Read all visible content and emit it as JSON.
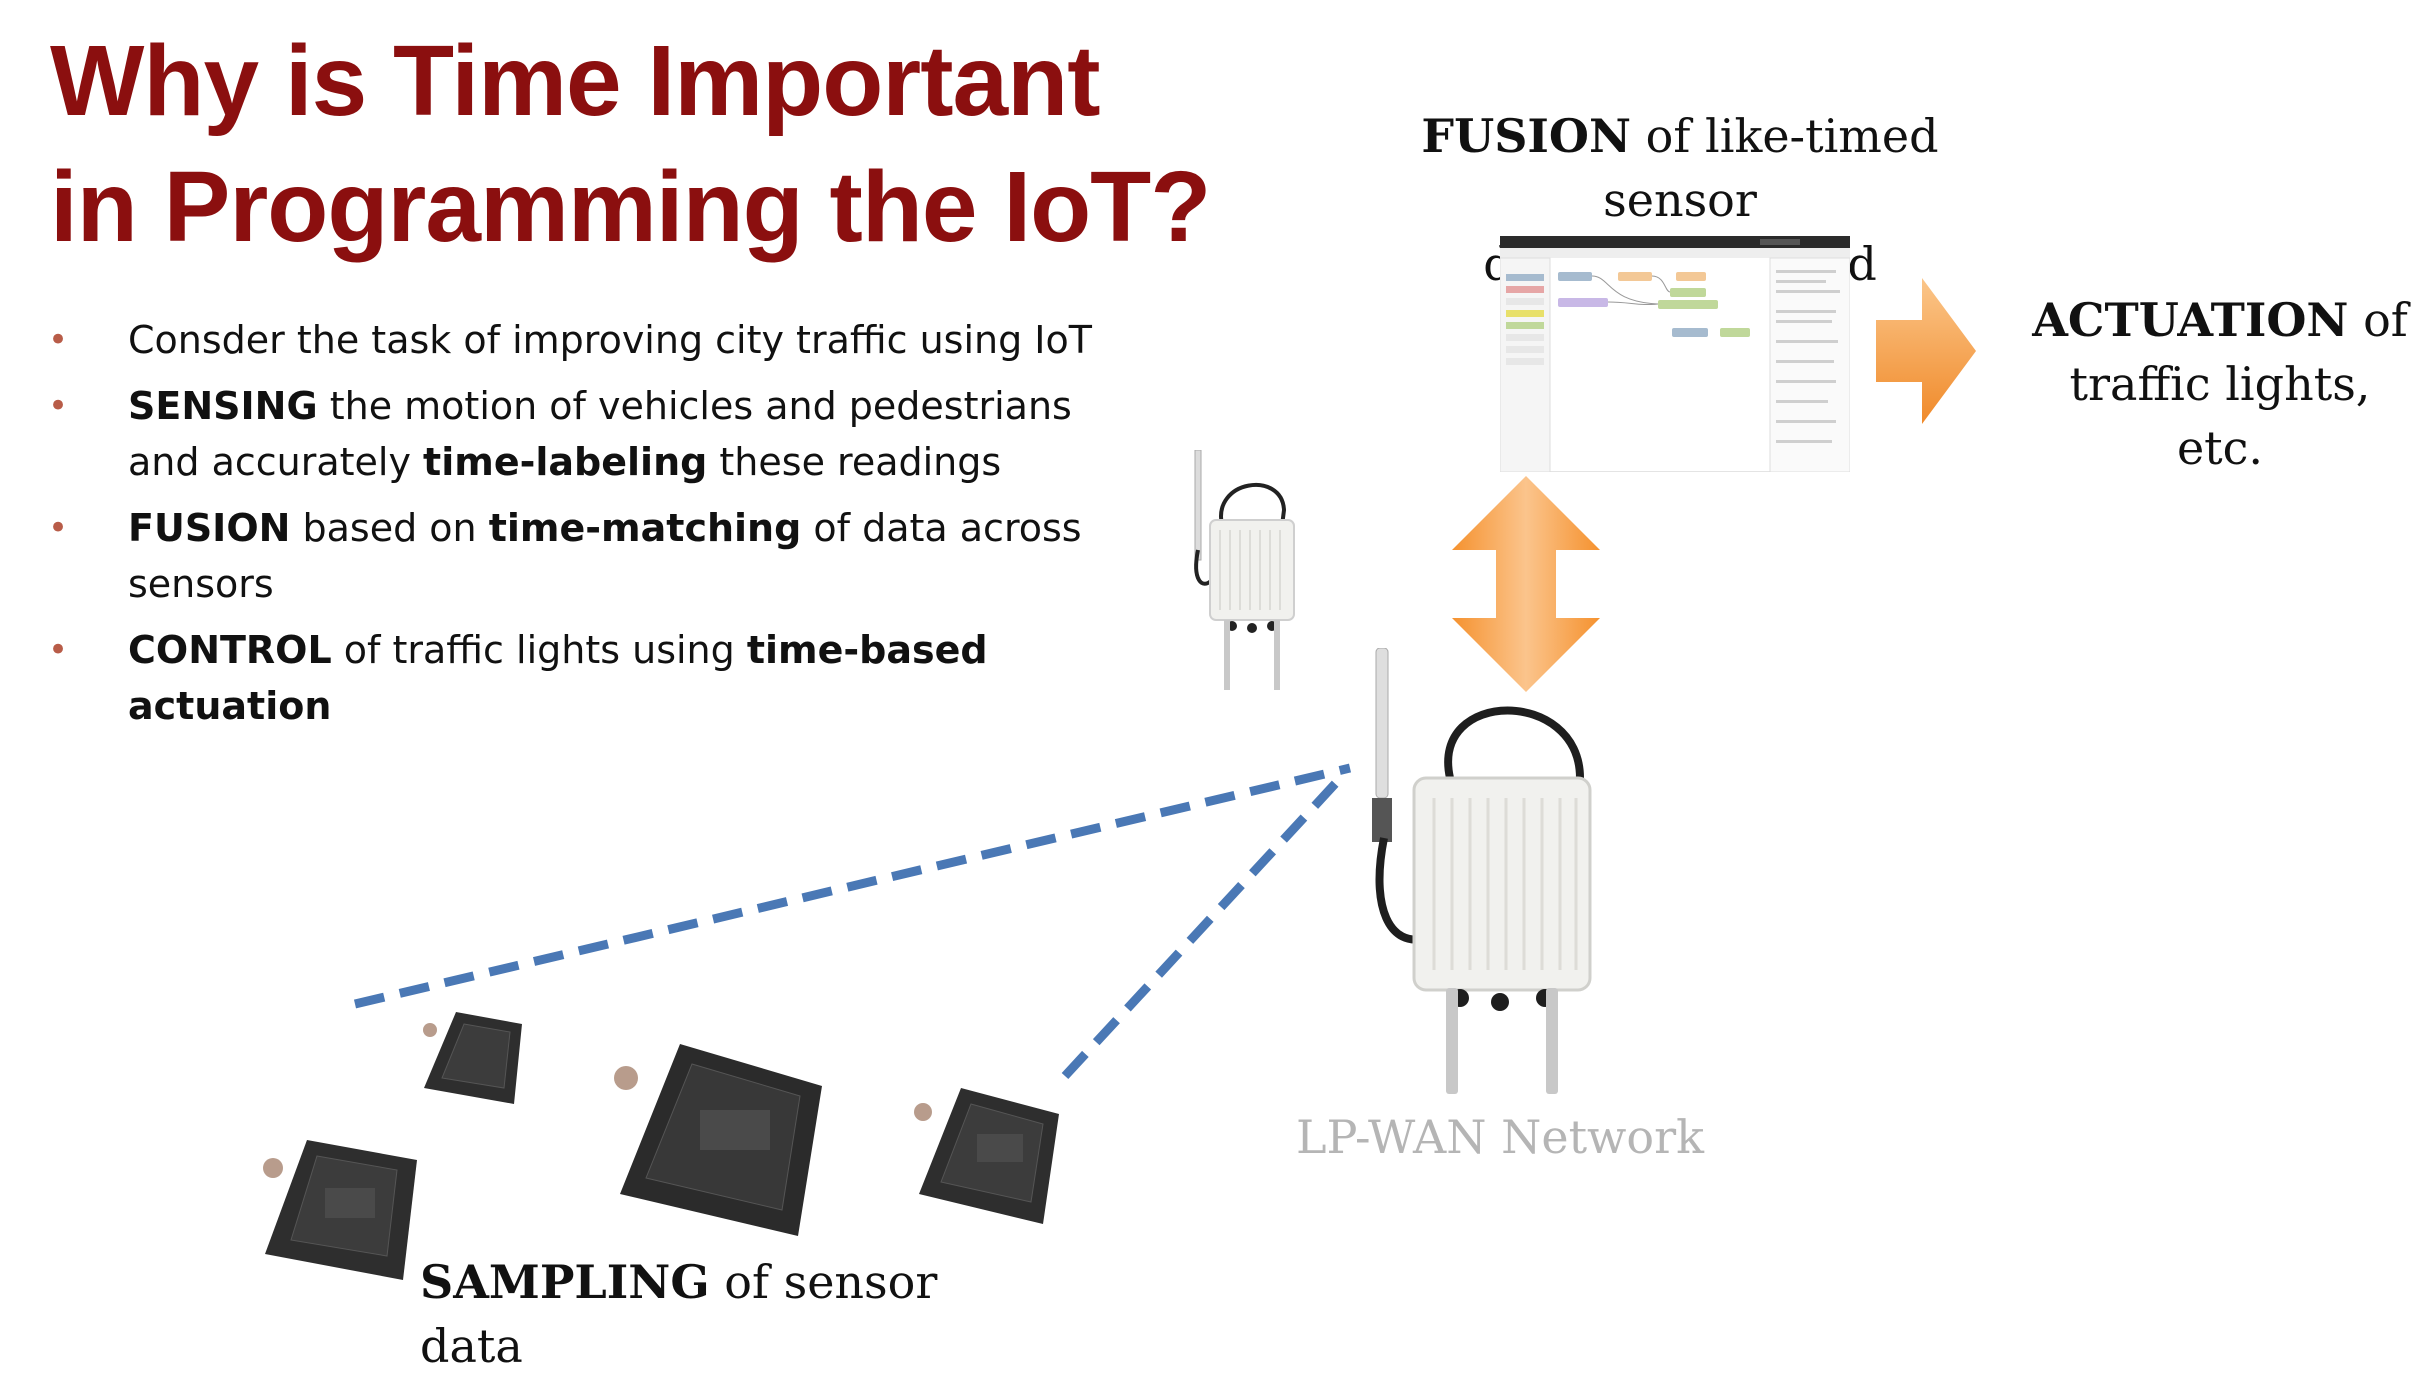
{
  "slide": {
    "title_line1": "Why is Time Important",
    "title_line2": "in Programming the IoT?",
    "bullets": [
      {
        "parts": [
          {
            "t": "Consder the task of improving city traffic using IoT",
            "b": false
          }
        ]
      },
      {
        "parts": [
          {
            "t": "SENSING",
            "b": true
          },
          {
            "t": " the motion of vehicles and pedestrians and accurately ",
            "b": false
          },
          {
            "t": "time-labeling",
            "b": true
          },
          {
            "t": " these readings",
            "b": false
          }
        ]
      },
      {
        "parts": [
          {
            "t": "FUSION",
            "b": true
          },
          {
            "t": " based on ",
            "b": false
          },
          {
            "t": "time-matching",
            "b": true
          },
          {
            "t": " of data across sensors",
            "b": false
          }
        ]
      },
      {
        "parts": [
          {
            "t": "CONTROL",
            "b": true
          },
          {
            "t": " of traffic lights using ",
            "b": false
          },
          {
            "t": "time-based actuation",
            "b": true
          }
        ]
      }
    ],
    "bullet_glyph": "•",
    "fusion_bold": "FUSION",
    "fusion_rest_line1": " of like-timed sensor",
    "fusion_line2": "data in the cloud",
    "actuation_bold": "ACTUATION",
    "actuation_rest_line1": " of",
    "actuation_line2": "traffic lights, etc.",
    "network_label": "LP-WAN Network",
    "sampling_bold": "SAMPLING",
    "sampling_rest": " of sensor data"
  },
  "colors": {
    "title": "#8b0f0f",
    "bullet": "#b85c48",
    "arrow_orange": "#f7a044",
    "dashed_line": "#4a78b5",
    "device_body": "#f1f1ee",
    "sensor_body": "#2e2e2e",
    "network_label": "#b5b5b5"
  },
  "icons": [
    "gateway-device-icon",
    "small-gateway-device-icon",
    "sensor-puck-icon",
    "cloud-dashboard-screenshot-icon",
    "right-arrow-icon",
    "double-vertical-arrow-icon"
  ]
}
